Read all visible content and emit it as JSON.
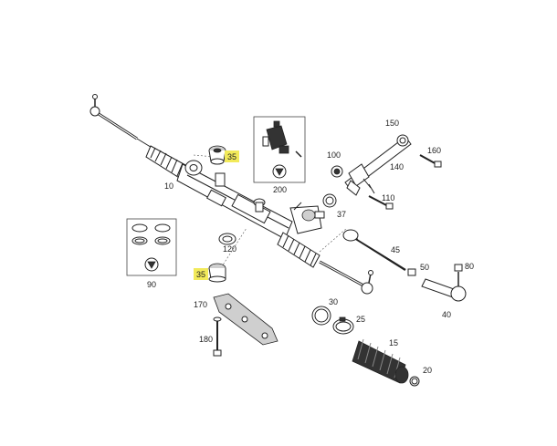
{
  "callouts": {
    "c10": "10",
    "c15": "15",
    "c20": "20",
    "c25": "25",
    "c30": "30",
    "c35a": "35",
    "c35b": "35",
    "c37": "37",
    "c40": "40",
    "c45": "45",
    "c50": "50",
    "c80": "80",
    "c90": "90",
    "c100": "100",
    "c110": "110",
    "c120": "120",
    "c140": "140",
    "c150": "150",
    "c160": "160",
    "c170": "170",
    "c180": "180",
    "c200": "200"
  },
  "highlight_color": "#f2ea5a",
  "highlighted_parts": [
    "35"
  ]
}
